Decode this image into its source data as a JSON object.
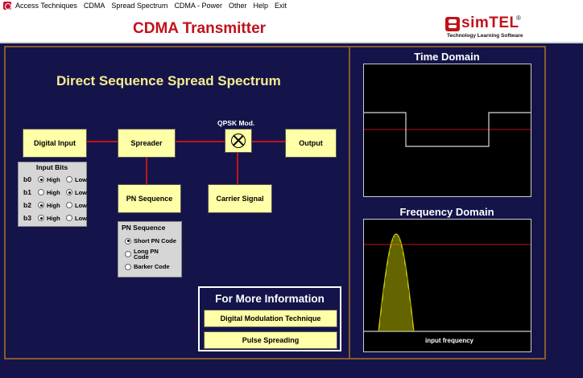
{
  "menu": [
    "Access Techniques",
    "CDMA",
    "Spread Spectrum",
    "CDMA - Power",
    "Other",
    "Help",
    "Exit"
  ],
  "app_title": "CDMA Transmitter",
  "logo": {
    "brand": "simTEL",
    "registered": "®",
    "tagline": "Technology Learning Software"
  },
  "section_title": "Direct Sequence Spread Spectrum",
  "blocks": {
    "digital_input": "Digital Input",
    "spreader": "Spreader",
    "qpsk_label": "QPSK Mod.",
    "output": "Output",
    "pn_sequence": "PN Sequence",
    "carrier_signal": "Carrier Signal"
  },
  "input_bits": {
    "title": "Input Bits",
    "high_label": "High",
    "low_label": "Low",
    "rows": [
      {
        "name": "b0",
        "selected": "High"
      },
      {
        "name": "b1",
        "selected": "Low"
      },
      {
        "name": "b2",
        "selected": "High"
      },
      {
        "name": "b3",
        "selected": "High"
      }
    ]
  },
  "pn_panel": {
    "title": "PN Sequence",
    "options": [
      "Short PN Code",
      "Long PN Code",
      "Barker Code"
    ],
    "selected": "Short PN Code"
  },
  "info": {
    "title": "For More Information",
    "buttons": [
      "Digital Modulation Technique",
      "Pulse Spreading"
    ]
  },
  "time_domain": {
    "title": "Time Domain"
  },
  "frequency_domain": {
    "title": "Frequency Domain",
    "xlabel": "input frequency"
  },
  "colors": {
    "background": "#14144a",
    "block_fill": "#ffffa8",
    "wire": "#c0121b",
    "frame": "#8a5a2b",
    "title_red": "#c0121b",
    "spectrum": "#c8c800"
  }
}
